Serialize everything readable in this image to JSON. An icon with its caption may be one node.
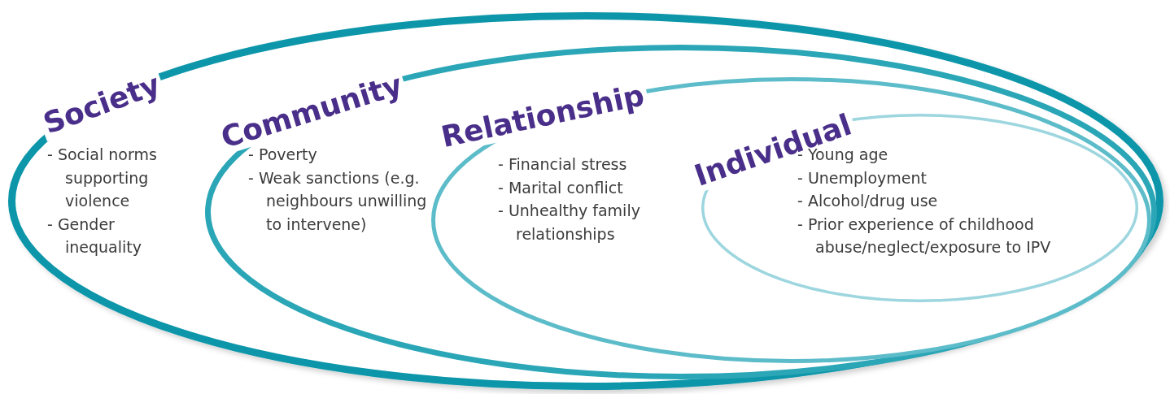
{
  "diagram": {
    "nodes": [
      {
        "text": [
          "Society",
          "- Social norms supporting violence",
          "- Gender inequality"
        ]
      },
      {
        "text": [
          "Community",
          "- Poverty",
          "- Weak sanctions (e.g. neighbours unwilling to intervene)"
        ],
        "in": 0
      },
      {
        "text": [
          "Relationship",
          "- Financial stress",
          "- Marital conflict",
          "- Unhealthy family relationships"
        ],
        "in": 1
      },
      {
        "text": [
          "Individual",
          "- Young age",
          "- Unemployment",
          "- Alcohol/drug use",
          "- Prior experience of childhood abuse/neglect/exposure to IPV"
        ],
        "in": 2
      }
    ]
  }
}
